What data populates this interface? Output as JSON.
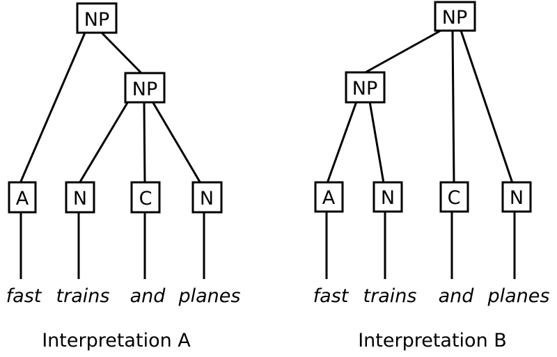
{
  "diagram": {
    "type": "syntax-trees",
    "colors": {
      "line": "#000000",
      "box_fill": "#ffffff",
      "text": "#000000",
      "background": "#ffffff"
    },
    "trees": [
      {
        "caption": "Interpretation A",
        "root_label": "NP",
        "inner_label": "NP",
        "leaves": [
          "A",
          "N",
          "C",
          "N"
        ],
        "words": [
          "fast",
          "trains",
          "and",
          "planes"
        ],
        "structure": {
          "root_children": [
            "A",
            "NP"
          ],
          "inner_children": [
            "N",
            "C",
            "N"
          ]
        }
      },
      {
        "caption": "Interpretation B",
        "root_label": "NP",
        "inner_label": "NP",
        "leaves": [
          "A",
          "N",
          "C",
          "N"
        ],
        "words": [
          "fast",
          "trains",
          "and",
          "planes"
        ],
        "structure": {
          "root_children": [
            "NP",
            "C",
            "N"
          ],
          "inner_children": [
            "A",
            "N"
          ]
        }
      }
    ]
  }
}
